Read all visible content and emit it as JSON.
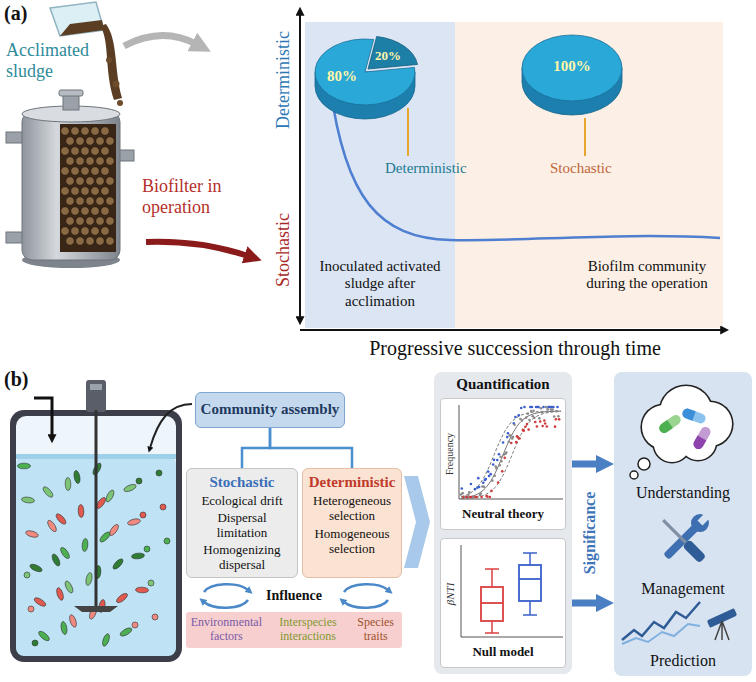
{
  "diagram": {
    "nodes": [
      {
        "text": [
          "Inoculated activated sludge after acclimation"
        ]
      },
      {
        "text": [
          "80%",
          "20%"
        ],
        "in": 0
      },
      {
        "text": [
          "Biofilm community during the operation"
        ]
      },
      {
        "text": [
          "100%"
        ],
        "in": 2
      },
      {
        "text": [
          "Community assembly"
        ]
      },
      {
        "text": [
          "Stochastic",
          "Ecological drift",
          "Dispersal limitation",
          "Homogenizing dispersal"
        ]
      },
      {
        "text": [
          "Deterministic",
          "Heterogeneous selection",
          "Homogeneous selection"
        ]
      },
      {
        "text": [
          "Environmental factors",
          "Interspecies interactions",
          "Species traits"
        ]
      },
      {
        "text": [
          "Quantification"
        ]
      },
      {
        "text": [
          "Frequency",
          "Neutral theory"
        ],
        "in": 8
      },
      {
        "text": [
          "βNTI",
          "Null model"
        ],
        "in": 8
      },
      {
        "text": [
          "Understanding",
          "Management",
          "Prediction"
        ]
      }
    ],
    "edges": [
      {
        "from": 4,
        "to": 5,
        "arrow": "none"
      },
      {
        "from": 4,
        "to": 6,
        "arrow": "none"
      },
      {
        "from": 9,
        "to": 11,
        "arrow": "to"
      },
      {
        "from": 10,
        "to": 11,
        "arrow": "to"
      }
    ],
    "labels": [
      "(a)",
      "Acclimated sludge",
      "Biofilter in operation",
      "Deterministic",
      "Stochastic",
      "Deterministic",
      "Stochastic",
      "Progressive succession through time",
      "(b)",
      "Influence",
      "Significance"
    ]
  }
}
